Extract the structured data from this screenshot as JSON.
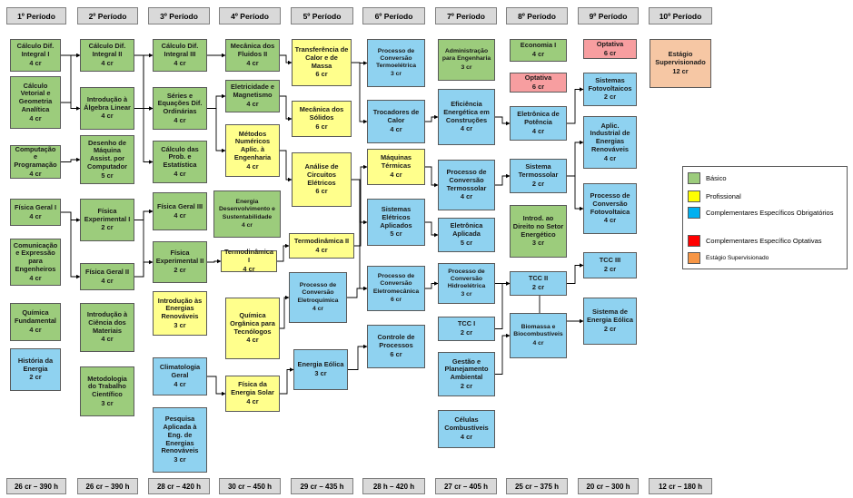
{
  "periods": [
    "1º Período",
    "2º Período",
    "3º Período",
    "4º Período",
    "5º Período",
    "6º Período",
    "7º Período",
    "8º Período",
    "9º Período",
    "10º Período"
  ],
  "totals": [
    "26 cr – 390 h",
    "26 cr – 390 h",
    "28 cr – 420 h",
    "30 cr – 450 h",
    "29 cr – 435 h",
    "28 h – 420 h",
    "27 cr – 405 h",
    "25 cr – 375 h",
    "20 cr – 300 h",
    "12 cr – 180 h"
  ],
  "colors": {
    "basico": "#9ccc7c",
    "profissional": "#ffff8c",
    "obrigatorios": "#8fd2f0",
    "optativas": "#ff0000",
    "estagio": "#f79646"
  },
  "courses": [
    {
      "id": "calc1",
      "name": "Cálculo Dif. Integral I",
      "cr": "4 cr"
    },
    {
      "id": "cvga",
      "name": "Cálculo Vetorial e Geometria Analítica",
      "cr": "4 cr"
    },
    {
      "id": "comp",
      "name": "Computação e Programação",
      "cr": "4 cr"
    },
    {
      "id": "fis1",
      "name": "Física Geral I",
      "cr": "4 cr"
    },
    {
      "id": "comex",
      "name": "Comunicação e Expressão para Engenheiros",
      "cr": "4 cr"
    },
    {
      "id": "quim",
      "name": "Química Fundamental",
      "cr": "4 cr"
    },
    {
      "id": "hist",
      "name": "História da Energia",
      "cr": "2 cr"
    },
    {
      "id": "calc2",
      "name": "Cálculo Dif. Integral II",
      "cr": "4 cr"
    },
    {
      "id": "alg",
      "name": "Introdução à Álgebra Linear",
      "cr": "4 cr"
    },
    {
      "id": "desenho",
      "name": "Desenho de Máquina Assist. por Computador",
      "cr": "5 cr"
    },
    {
      "id": "fexp1",
      "name": "Física Experimental I",
      "cr": "2 cr"
    },
    {
      "id": "fis2",
      "name": "Física Geral II",
      "cr": "4 cr"
    },
    {
      "id": "icm",
      "name": "Introdução à Ciência dos Materiais",
      "cr": "4 cr"
    },
    {
      "id": "metod",
      "name": "Metodologia do Trabalho Científico",
      "cr": "3 cr"
    },
    {
      "id": "calc3",
      "name": "Cálculo Dif. Integral III",
      "cr": "4 cr"
    },
    {
      "id": "edo",
      "name": "Séries e Equações Dif. Ordinárias",
      "cr": "4 cr"
    },
    {
      "id": "prob",
      "name": "Cálculo das Prob. e Estatística",
      "cr": "4 cr"
    },
    {
      "id": "fis3",
      "name": "Física Geral III",
      "cr": "4 cr"
    },
    {
      "id": "fexp2",
      "name": "Física Experimental II",
      "cr": "2 cr"
    },
    {
      "id": "ier",
      "name": "Introdução às Energias Renováveis",
      "cr": "3 cr"
    },
    {
      "id": "clima",
      "name": "Climatologia Geral",
      "cr": "4 cr"
    },
    {
      "id": "pesq",
      "name": "Pesquisa Aplicada à Eng. de Energias Renováveis",
      "cr": "3 cr"
    },
    {
      "id": "mecflu",
      "name": "Mecânica dos Fluidos II",
      "cr": "4 cr"
    },
    {
      "id": "elemag",
      "name": "Eletricidade e Magnetismo",
      "cr": "4 cr"
    },
    {
      "id": "metnum",
      "name": "Métodos Numéricos Aplic. à Engenharia",
      "cr": "4 cr"
    },
    {
      "id": "eds",
      "name": "Energia Desenvolvimento e Sustentabilidade",
      "cr": "4 cr"
    },
    {
      "id": "termo1",
      "name": "Termodinâmica I",
      "cr": "4 cr"
    },
    {
      "id": "qot",
      "name": "Química Orgânica para Tecnólogos",
      "cr": "4 cr"
    },
    {
      "id": "fsolar",
      "name": "Física da Energia Solar",
      "cr": "4 cr"
    },
    {
      "id": "tcm",
      "name": "Transferência de Calor e de Massa",
      "cr": "6 cr"
    },
    {
      "id": "mecsol",
      "name": "Mecânica dos Sólidos",
      "cr": "6 cr"
    },
    {
      "id": "ace",
      "name": "Análise de Circuitos Elétricos",
      "cr": "6 cr"
    },
    {
      "id": "termo2",
      "name": "Termodinâmica II",
      "cr": "4 cr"
    },
    {
      "id": "pceq",
      "name": "Processo de Conversão Eletroquímica",
      "cr": "4 cr"
    },
    {
      "id": "eolica",
      "name": "Energia Eólica",
      "cr": "3 cr"
    },
    {
      "id": "pcte",
      "name": "Processo de Conversão Termoelétrica",
      "cr": "3 cr"
    },
    {
      "id": "troc",
      "name": "Trocadores de Calor",
      "cr": "4 cr"
    },
    {
      "id": "maqterm",
      "name": "Máquinas Térmicas",
      "cr": "4 cr"
    },
    {
      "id": "sea",
      "name": "Sistemas Elétricos Aplicados",
      "cr": "5 cr"
    },
    {
      "id": "pcem",
      "name": "Processo de Conversão Eletromecânica",
      "cr": "6 cr"
    },
    {
      "id": "ctrl",
      "name": "Controle de Processos",
      "cr": "6 cr"
    },
    {
      "id": "adm",
      "name": "Administração para Engenharia",
      "cr": "3 cr"
    },
    {
      "id": "efic",
      "name": "Eficiência Energética em Construções",
      "cr": "4 cr"
    },
    {
      "id": "pcts",
      "name": "Processo de Conversão Termossolar",
      "cr": "4 cr"
    },
    {
      "id": "eleapl",
      "name": "Eletrônica Aplicada",
      "cr": "5 cr"
    },
    {
      "id": "pch",
      "name": "Processo de Conversão Hidroelétrica",
      "cr": "3 cr"
    },
    {
      "id": "tcc1",
      "name": "TCC I",
      "cr": "2 cr"
    },
    {
      "id": "gpa",
      "name": "Gestão e Planejamento Ambiental",
      "cr": "2 cr"
    },
    {
      "id": "celcomb",
      "name": "Células Combustíveis",
      "cr": "4 cr"
    },
    {
      "id": "eco",
      "name": "Economia I",
      "cr": "4 cr"
    },
    {
      "id": "opt8",
      "name": "Optativa",
      "cr": "6 cr"
    },
    {
      "id": "elepot",
      "name": "Eletrônica de Potência",
      "cr": "4 cr"
    },
    {
      "id": "sterm",
      "name": "Sistema Termossolar",
      "cr": "2 cr"
    },
    {
      "id": "direito",
      "name": "Introd. ao Direito no Setor Energético",
      "cr": "3 cr"
    },
    {
      "id": "tcc2",
      "name": "TCC II",
      "cr": "2 cr"
    },
    {
      "id": "biom",
      "name": "Biomassa e Biocombustíveis",
      "cr": "4 cr"
    },
    {
      "id": "opt9",
      "name": "Optativa",
      "cr": "6 cr"
    },
    {
      "id": "sfv",
      "name": "Sistemas Fotovoltaicos",
      "cr": "2 cr"
    },
    {
      "id": "aier",
      "name": "Aplic. Industrial de Energias Renováveis",
      "cr": "4 cr"
    },
    {
      "id": "pcfv",
      "name": "Processo de Conversão Fotovoltaica",
      "cr": "4 cr"
    },
    {
      "id": "tcc3",
      "name": "TCC III",
      "cr": "2 cr"
    },
    {
      "id": "see",
      "name": "Sistema de Energia Eólica",
      "cr": "2 cr"
    },
    {
      "id": "estagio",
      "name": "Estágio Supervisionado",
      "cr": "12 cr"
    }
  ],
  "legend": {
    "basico": "Básico",
    "profissional": "Profissional",
    "obrigatorios": "Complementares Específicos Obrigatórios",
    "optativas": "Complementares Específico Optativas",
    "estagio": "Estágio Supervisionado"
  }
}
